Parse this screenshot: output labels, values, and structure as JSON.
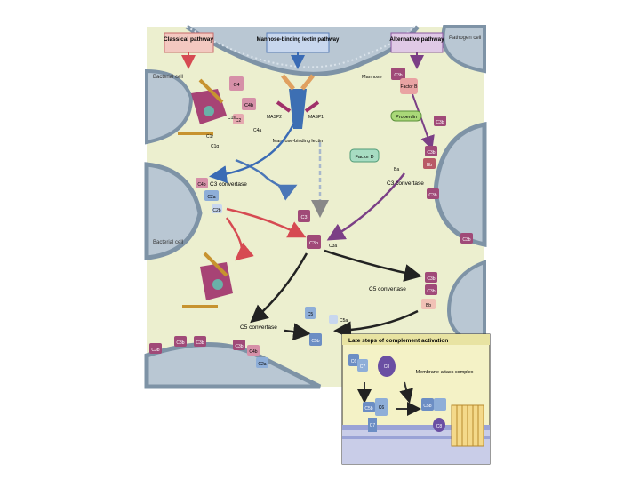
{
  "pathways": {
    "classical": "Classical pathway",
    "lectin": "Mannose-binding lectin pathway",
    "alternative": "Alternative pathway"
  },
  "cells": {
    "bacterial_cell_top": "Bacterial cell",
    "bacterial_cell_mid": "Bacterial cell",
    "pathogen_cell": "Pathogen cell"
  },
  "labels": {
    "c4": "C4",
    "c4b_top": "C4b",
    "c2": "C2",
    "c4a": "C4a",
    "c1s": "C1s",
    "c1r": "C1r",
    "c1q": "C1q",
    "masp2": "MASP2",
    "masp1": "MASP1",
    "mannose": "Mannose",
    "mbl": "Mannose-binding lectin",
    "c3_convertase_left": "C3 convertase",
    "c4b_conv": "C4b",
    "c2a": "C2a",
    "c2b": "C2b",
    "c3": "C3",
    "c3b_center": "C3b",
    "c3a": "C3a",
    "factor_b": "Factor B",
    "properdin": "Properdin",
    "factor_d": "Factor D",
    "c3b_alt_1": "C3b",
    "c3b_alt_2": "C3b",
    "bb": "Bb",
    "ba": "Ba",
    "c3_convertase_right": "C3 convertase",
    "c3b_r1": "C3b",
    "c3b_r2": "C3b",
    "c3b_r3": "C3b",
    "c5_convertase_right": "C5 convertase",
    "c5_conv_c3b_1": "C3b",
    "c5_conv_c3b_2": "C3b",
    "c5_conv_bb": "Bb",
    "c5_convertase_left": "C5 convertase",
    "c5": "C5",
    "c5a": "C5a",
    "c5b": "C5b",
    "c3b_b1": "C3b",
    "c3b_b2": "C3b",
    "c3b_b3": "C3b",
    "c3b_b4": "C3b",
    "c4b_b": "C4b",
    "c2a_b": "C2a"
  },
  "inset": {
    "title": "Late steps of complement activation",
    "c6": "C6",
    "c7": "C7",
    "c8": "C8",
    "c5b_1": "C5b",
    "c5b_2": "C5b",
    "c6_2": "C6",
    "c7_2": "C7",
    "c8_2": "C8",
    "mac": "Membrane-attack complex"
  },
  "colors": {
    "background": "#ecefcf",
    "membrane": "#9fb3c4",
    "classical_arrow": "#d64a52",
    "lectin_arrow": "#3a6bb5",
    "alternative_arrow": "#7b3f86",
    "pathway_box": "#f3c8c0",
    "component_purple": "#a04a78",
    "component_blue": "#6c8ec4"
  }
}
